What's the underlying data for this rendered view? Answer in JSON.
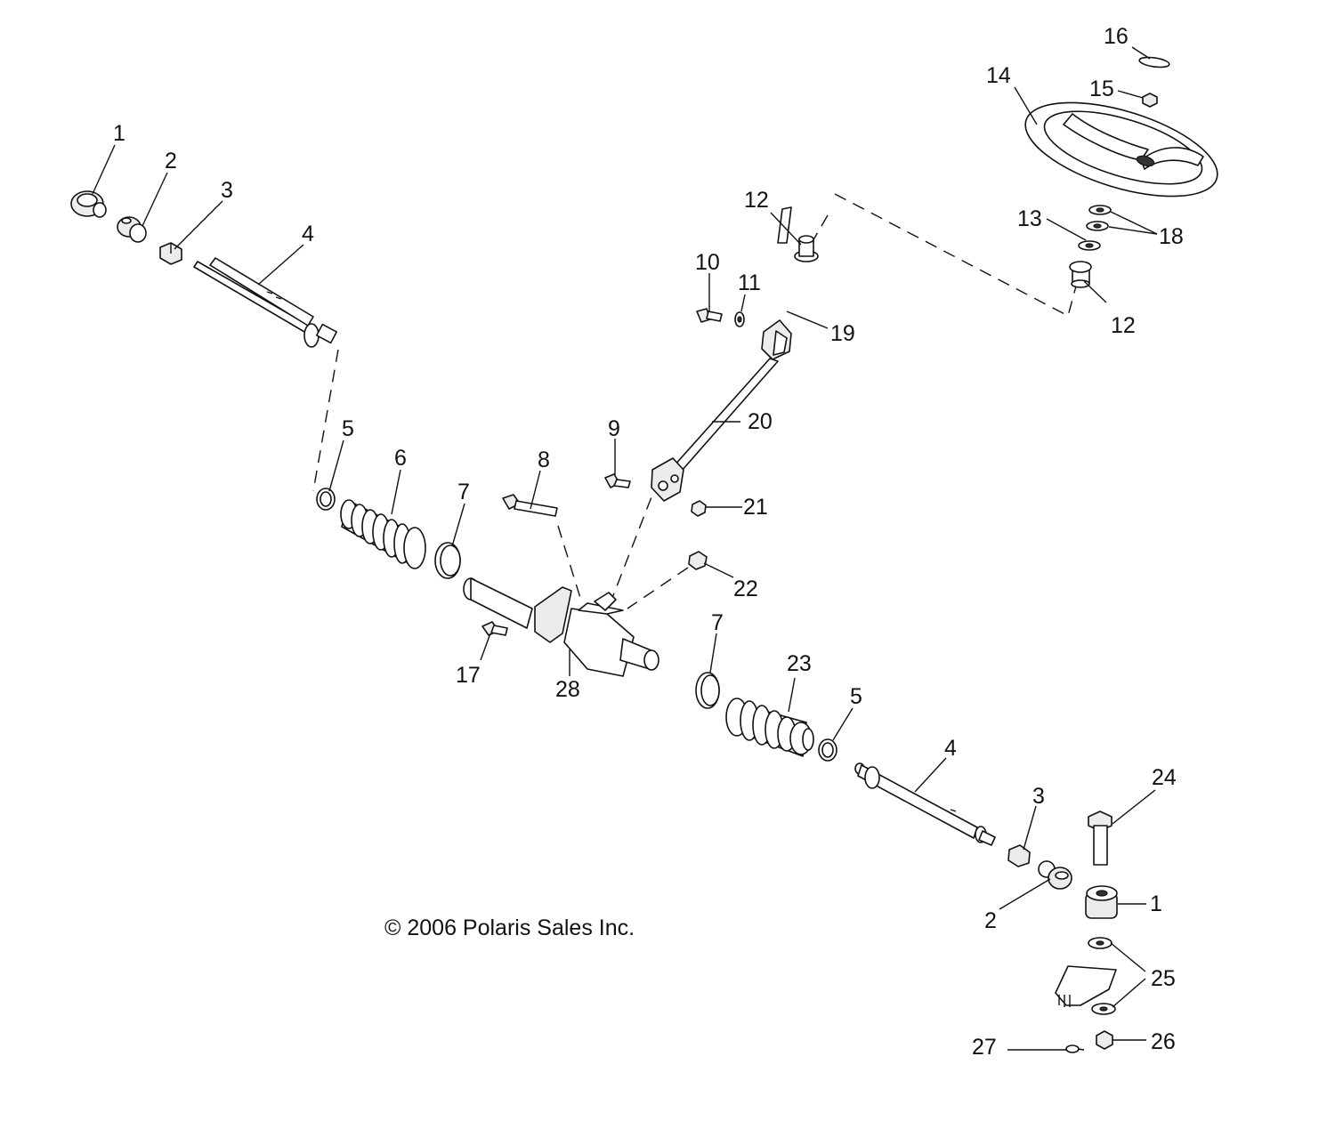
{
  "copyright": "© 2006 Polaris Sales Inc.",
  "callouts": {
    "c1a": "1",
    "c2a": "2",
    "c3a": "3",
    "c4a": "4",
    "c5a": "5",
    "c6": "6",
    "c7a": "7",
    "c8": "8",
    "c9": "9",
    "c10": "10",
    "c11": "11",
    "c12a": "12",
    "c12b": "12",
    "c13": "13",
    "c14": "14",
    "c15": "15",
    "c16": "16",
    "c17": "17",
    "c18": "18",
    "c19": "19",
    "c20": "20",
    "c21": "21",
    "c22": "22",
    "c7b": "7",
    "c23": "23",
    "c5b": "5",
    "c4b": "4",
    "c3b": "3",
    "c24": "24",
    "c2b": "2",
    "c1b": "1",
    "c25": "25",
    "c26": "26",
    "c27": "27",
    "c28": "28"
  }
}
